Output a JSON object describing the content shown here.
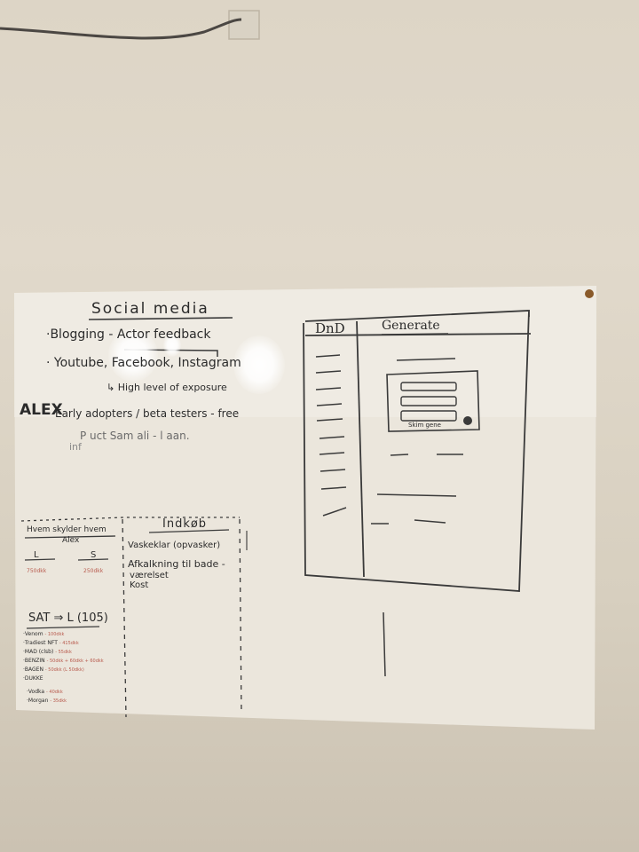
{
  "board": {
    "social": {
      "title": "Social media",
      "line1": "·Blogging - Actor feedback",
      "line2": "· Youtube, Facebook, Instagram",
      "line3": "↳ High level of exposure",
      "alex_name": "ALEX",
      "alex_line": "Early adopters / beta testers - free",
      "faint_line1": "P    uct Sam ali    -    l aan.",
      "faint_line2": "inf"
    },
    "sketch": {
      "left_header": "DnD",
      "right_header": "Generate",
      "button_caption": "Skim gene"
    },
    "ledger": {
      "title": "Hvem skylder hvem",
      "subtitle": "Alex",
      "col_l": "L",
      "col_s": "S",
      "amount_l": "750dkk",
      "amount_s": "250dkk",
      "total_label": "SAT ⇒ L (105)",
      "items": [
        {
          "name": "·Venom",
          "note": "- 100dkk"
        },
        {
          "name": "·Tradiest NFT",
          "note": "- 415dkk"
        },
        {
          "name": "·MAD (clsb)",
          "note": "- 55dkk"
        },
        {
          "name": "·BENZIN",
          "note": "- 50dkk + 60dkk + 60dkk"
        },
        {
          "name": "·BAGEN",
          "note": "- 50dkk (L 50dkk)"
        },
        {
          "name": "·DUKKE",
          "note": ""
        }
      ],
      "extras": [
        {
          "name": "·Vodka",
          "note": "- 40dkk"
        },
        {
          "name": "·Morgan",
          "note": "- 35dkk"
        }
      ]
    },
    "shopping": {
      "title": "Indkøb",
      "item1": "Vaskeklar (opvasker)",
      "item2a": "Afkalkning til bade -",
      "item2b": "værelset",
      "item3": "Kost"
    }
  }
}
